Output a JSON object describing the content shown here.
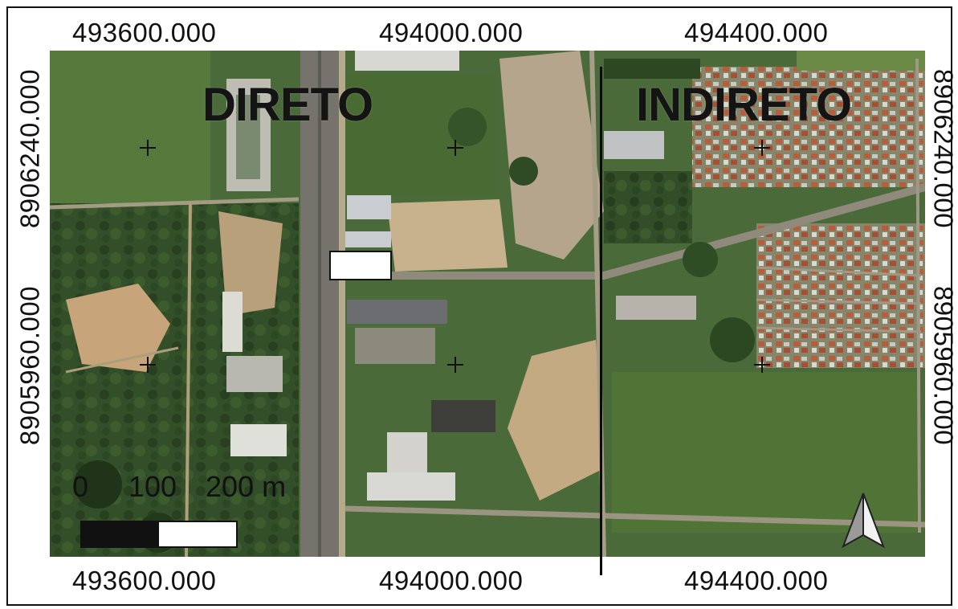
{
  "grid_labels": {
    "top": [
      "493600.000",
      "494000.000",
      "494400.000"
    ],
    "bottom": [
      "493600.000",
      "494000.000",
      "494400.000"
    ],
    "left": [
      "8906240.000",
      "8905960.000"
    ],
    "right": [
      "8906240.000",
      "8905960.000"
    ]
  },
  "zones": {
    "direct_label": "DIRETO",
    "indirect_label": "INDIRETO"
  },
  "scale_bar": {
    "labels": [
      "0",
      "100",
      "200 m"
    ],
    "colors": [
      "#111111",
      "#ffffff"
    ]
  },
  "map_symbols": {
    "north_arrow": "north-arrow-icon",
    "grid_marker": "crosshair-icon",
    "boundary_color": "#0a0a0a"
  }
}
